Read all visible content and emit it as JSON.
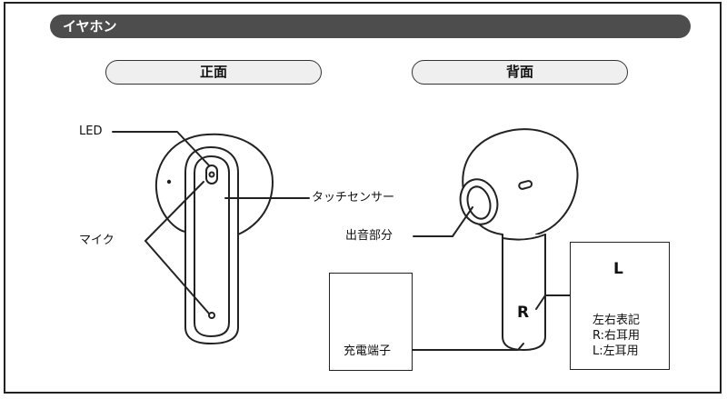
{
  "header": {
    "title": "イヤホン"
  },
  "views": {
    "front": "正面",
    "back": "背面"
  },
  "labels": {
    "led": "LED",
    "mic": "マイク",
    "touch_sensor": "タッチセンサー",
    "sound_outlet": "出音部分",
    "charging_terminal": "充電端子",
    "side_mark": "R"
  },
  "legend": {
    "letter": "L",
    "title": "左右表記",
    "right": "R:右耳用",
    "left": "L:左耳用"
  },
  "colors": {
    "header_bg": "#4d4d4d",
    "pill_bg": "#efefef",
    "line": "#222222"
  }
}
